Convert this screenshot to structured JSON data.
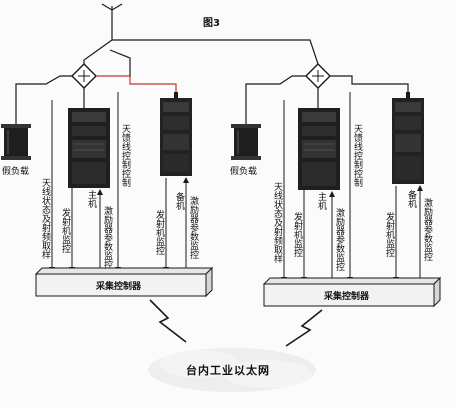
{
  "title": "图3",
  "left_system": {
    "dummy_load": "假负载",
    "antenna_switch_sampling": "天线状态及射频取样",
    "antenna_switch_control": "天馈线控制控制",
    "main_label": "主机",
    "backup_label": "备机",
    "main_tx_monitor": "发射机监控",
    "main_exciter_monitor": "激励器参数监控",
    "backup_tx_monitor": "发射机监控",
    "backup_exciter_monitor": "激励器参数监控",
    "controller": "采集控制器"
  },
  "right_system": {
    "dummy_load": "假负载",
    "antenna_switch_sampling": "天线状态及射频取样",
    "antenna_switch_control": "天馈线控制控制",
    "main_label": "主机",
    "backup_label": "备机",
    "main_tx_monitor": "发射机监控",
    "main_exciter_monitor": "激励器参数监控",
    "backup_tx_monitor": "发射机监控",
    "backup_exciter_monitor": "激励器参数监控",
    "controller": "采集控制器"
  },
  "network": "台内工业以太网",
  "colors": {
    "line": "#1a1a1a",
    "rack": "#222222",
    "controller_fill": "#f2f2f2",
    "accent_wire": "#c0392b"
  }
}
